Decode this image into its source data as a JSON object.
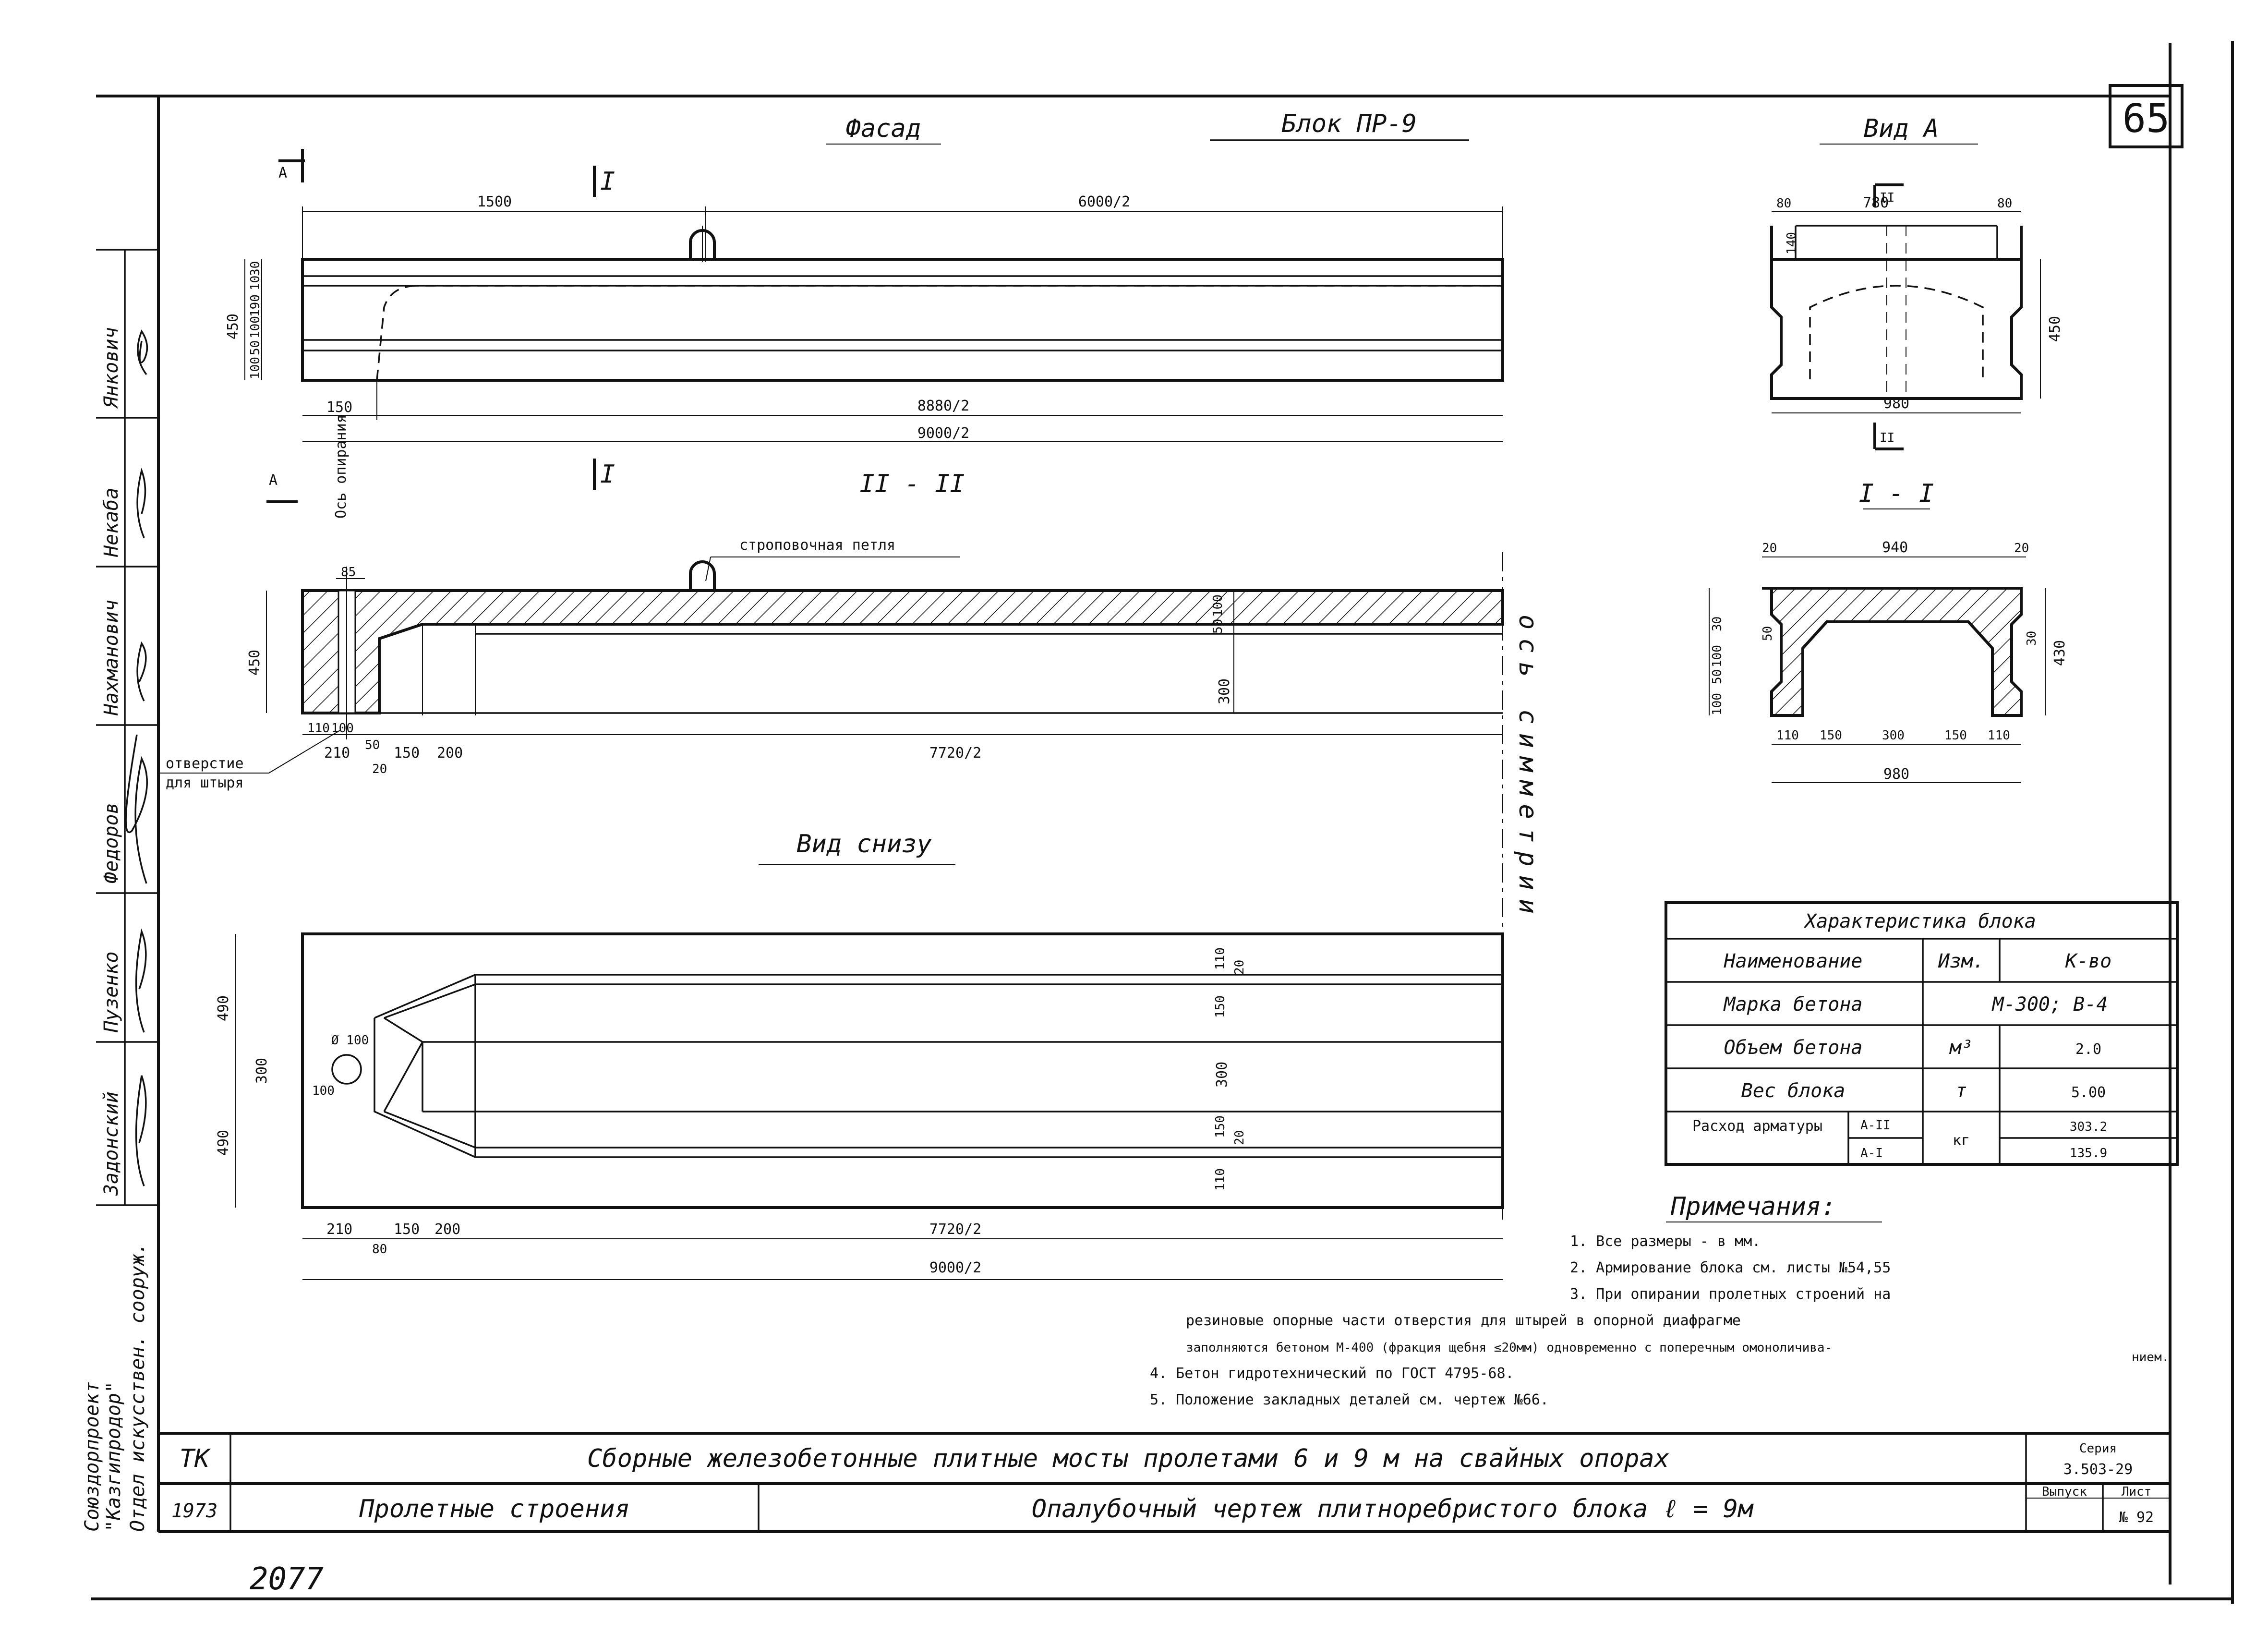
{
  "sheet": {
    "sheet_number": "65",
    "block_title": "Блок ПР-9",
    "bottom_handwritten": "2077"
  },
  "left_stamps": {
    "names": [
      "Янкович",
      "Некаба",
      "Нахманович",
      "Федоров",
      "Пузенко",
      "Задонский"
    ],
    "org_line1": "Отдел искусствен. сооруж.",
    "org_line2": "\"Казгипродор\"",
    "org_line3": "Союздорпроект"
  },
  "facade": {
    "title": "Фасад",
    "section_mark_top": "I",
    "arrow_a": "А",
    "dim_1500": "1500",
    "dim_6000_2": "6000/2",
    "dim_8880_2": "8880/2",
    "dim_9000_2": "9000/2",
    "dim_150": "150",
    "dim_450": "450",
    "dims_vertical": [
      "100",
      "50",
      "100",
      "190",
      "10",
      "30"
    ]
  },
  "section_II": {
    "title": "II - II",
    "section_mark": "I",
    "axis_label": "Ось опирания",
    "loop_label": "строповочная петля",
    "hole_label_1": "отверстие",
    "hole_label_2": "для штыря",
    "dim_85": "85",
    "dim_450": "450",
    "dim_300": "300",
    "dim_100": "100",
    "dim_50": "50",
    "dim_110": "110",
    "dim_210": "210",
    "dim_150": "150",
    "dim_200": "200",
    "dim_20": "20",
    "dim_7720_2": "7720/2",
    "symmetry_axis": "ось симметрии"
  },
  "bottom_view": {
    "title": "Вид снизу",
    "hole_dia": "Ø 100",
    "dim_300": "300",
    "dim_490_top": "490",
    "dim_490_bot": "490",
    "dim_150": "150",
    "dim_110": "110",
    "dim_20": "20",
    "dim_210": "210",
    "dim_200": "200",
    "dim_7720_2": "7720/2",
    "dim_9000_2": "9000/2",
    "dim_80": "80"
  },
  "view_A": {
    "title": "Вид А",
    "mark": "II",
    "dim_80": "80",
    "dim_780": "780",
    "dim_450": "450",
    "dim_980": "980",
    "dim_140": "140"
  },
  "section_I": {
    "title": "I - I",
    "dim_20": "20",
    "dim_940": "940",
    "dim_110": "110",
    "dim_150": "150",
    "dim_300": "300",
    "dim_980": "980",
    "dim_430": "430",
    "dim_30": "30",
    "dim_50": "50"
  },
  "characteristics": {
    "title": "Характеристика блока",
    "header": [
      "Наименование",
      "Изм.",
      "К-во"
    ],
    "rows": [
      [
        "Марка бетона",
        "М-300; В-4",
        ""
      ],
      [
        "Объем бетона",
        "м³",
        "2.0"
      ],
      [
        "Вес блока",
        "т",
        "5.00"
      ]
    ],
    "rebar_label": "Расход арматуры",
    "rebar_rows": [
      [
        "А-II",
        "303.2"
      ],
      [
        "А-I",
        "135.9"
      ]
    ],
    "rebar_unit": "кг"
  },
  "notes": {
    "title": "Примечания:",
    "items": [
      "1. Все размеры - в мм.",
      "2. Армирование блока см. листы №54,55",
      "3. При опирании пролетных строений на",
      "резиновые опорные части отверстия для штырей в опорной диафрагме",
      "заполняются бетоном М-400 (фракция щебня ≤20мм) одновременно с поперечным омоноличива-",
      "4. Бетон гидротехнический по ГОСТ 4795-68.",
      "5. Положение закладных деталей см. чертеж №66."
    ],
    "note3_tail": "нием."
  },
  "title_block": {
    "cell_tk": "ТК",
    "cell_year": "1973",
    "main_title": "Сборные железобетонные плитные мосты пролетами 6 и 9 м на свайных опорах",
    "section_name": "Пролетные строения",
    "drawing_name": "Опалубочный чертеж плитноребристого блока ℓ = 9м",
    "series_label": "Серия",
    "series_value": "3.503-29",
    "issue_label": "Выпуск",
    "sheet_label": "Лист",
    "sheet_value": "№ 92"
  }
}
